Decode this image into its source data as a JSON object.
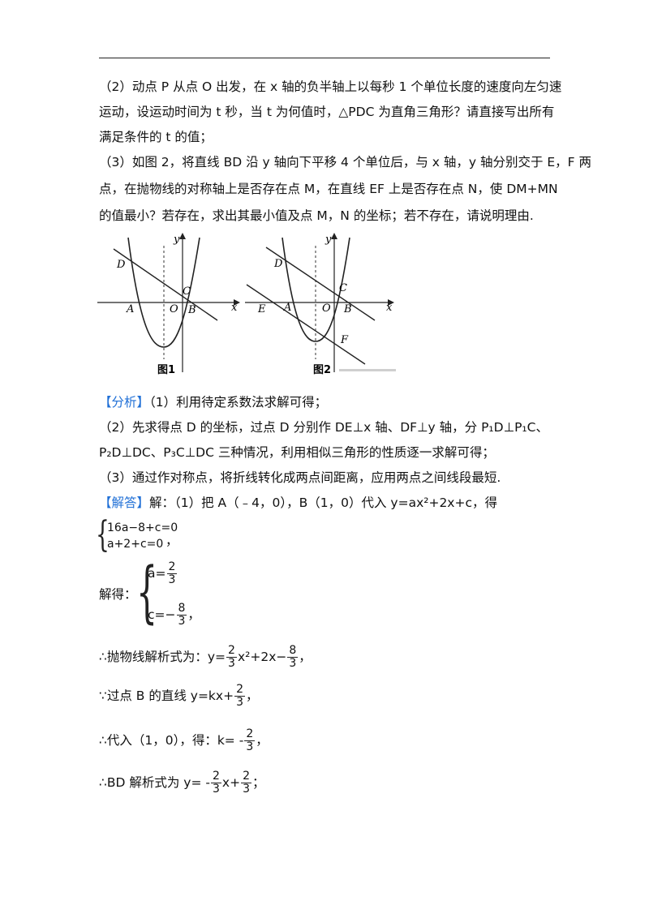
{
  "q2_line1": "（2）动点 P 从点 O 出发，在 x 轴的负半轴上以每秒 1 个单位长度的速度向左匀速",
  "q2_line2": "运动，设运动时间为 t 秒，当 t 为何值时，△PDC 为直角三角形？请直接写出所有",
  "q2_line3": "满足条件的 t 的值；",
  "q3_line1": "（3）如图 2，将直线 BD 沿 y 轴向下平移 4 个单位后，与 x 轴，y 轴分别交于 E，F 两",
  "q3_line2": "点，在抛物线的对称轴上是否存在点 M，在直线 EF 上是否存在点 N，使 DM+MN",
  "q3_line3": "的值最小？若存在，求出其最小值及点 M，N 的坐标；若不存在，请说明理由.",
  "figures": {
    "fig1": {
      "caption": "图1",
      "labels": {
        "D": "D",
        "A": "A",
        "O": "O",
        "C": "C",
        "B": "B",
        "x": "x",
        "y": "y"
      }
    },
    "fig2": {
      "caption": "图2",
      "labels": {
        "D": "D",
        "E": "E",
        "A": "A",
        "O": "O",
        "C": "C",
        "B": "B",
        "F": "F",
        "x": "x",
        "y": "y"
      }
    }
  },
  "analysis": {
    "tag": "【分析】",
    "l1": "（1）利用待定系数法求解可得；",
    "l2": "（2）先求得点 D 的坐标，过点 D 分别作 DE⊥x 轴、DF⊥y 轴，分 P₁D⊥P₁C、",
    "l3": "P₂D⊥DC、P₃C⊥DC 三种情况，利用相似三角形的性质逐一求解可得；",
    "l4": "（3）通过作对称点，将折线转化成两点间距离，应用两点之间线段最短."
  },
  "solution": {
    "tag": "【解答】",
    "l1": "解：（1）把 A（﹣4，0），B（1，0）代入 y=ax²+2x+c，得",
    "sys1": "16a−8+c=0",
    "sys2": "a+2+c=0",
    "comma": "，",
    "solve_prefix": "解得：",
    "a_eq": "a=",
    "c_eq": "c=−",
    "two": "2",
    "three": "3",
    "eight": "8",
    "parab_prefix": "∴抛物线解析式为：y=",
    "parab_mid1": "x²+2x−",
    "parab_end": "，",
    "line_prefix": "∵过点 B 的直线 y=kx+",
    "line_end": "，",
    "sub_prefix": "∴代入（1，0），得：k= -",
    "sub_end": "，",
    "bd_prefix": "∴BD 解析式为 y= -",
    "bd_mid": "x+",
    "bd_end": "；"
  }
}
